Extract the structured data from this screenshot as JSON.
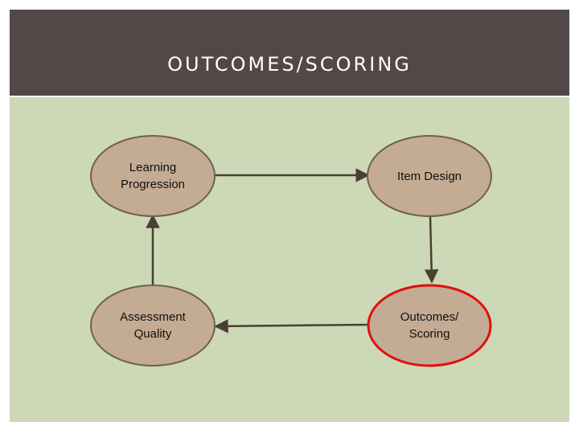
{
  "header": {
    "title": "OUTCOMES/SCORING"
  },
  "diagram": {
    "nodes": [
      {
        "id": "learning-progression",
        "label": "Learning\nProgression",
        "highlighted": false
      },
      {
        "id": "item-design",
        "label": "Item Design",
        "highlighted": false
      },
      {
        "id": "assessment-quality",
        "label": "Assessment\nQuality",
        "highlighted": false
      },
      {
        "id": "outcomes-scoring",
        "label": "Outcomes/\nScoring",
        "highlighted": true
      }
    ],
    "edges": [
      {
        "from": "learning-progression",
        "to": "item-design"
      },
      {
        "from": "item-design",
        "to": "outcomes-scoring"
      },
      {
        "from": "outcomes-scoring",
        "to": "assessment-quality"
      },
      {
        "from": "assessment-quality",
        "to": "learning-progression"
      }
    ]
  },
  "colors": {
    "header_bg": "#524847",
    "content_bg": "#cdd8b6",
    "node_fill": "#c4ab93",
    "node_border": "#6e6054",
    "highlight_border": "#e01010",
    "arrow": "#4a3f33"
  }
}
